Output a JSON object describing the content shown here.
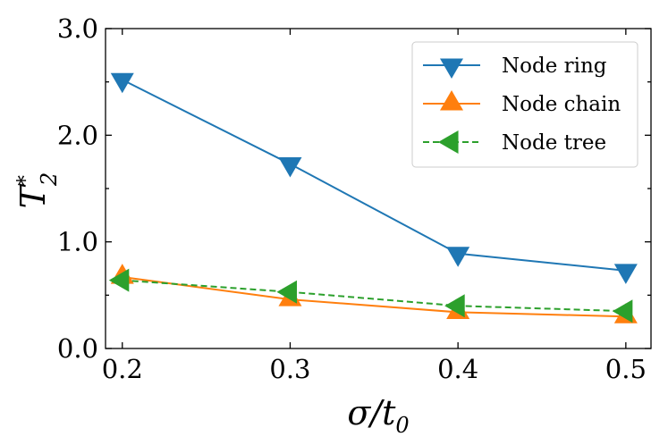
{
  "chart_data": {
    "type": "line",
    "x": [
      0.2,
      0.3,
      0.4,
      0.5
    ],
    "xticks": [
      "0.2",
      "0.3",
      "0.4",
      "0.5"
    ],
    "yticks": [
      "0.0",
      "1.0",
      "2.0",
      "3.0"
    ],
    "xlim": [
      0.19,
      0.515
    ],
    "ylim": [
      0.0,
      3.0
    ],
    "xlabel": "σ/t0",
    "ylabel": "T2*",
    "legend_position": "top-right",
    "series": [
      {
        "name": "Node ring",
        "values": [
          2.52,
          1.73,
          0.89,
          0.73
        ],
        "color": "#1f77b4",
        "marker": "triangle-down",
        "linestyle": "solid"
      },
      {
        "name": "Node chain",
        "values": [
          0.67,
          0.46,
          0.34,
          0.3
        ],
        "color": "#ff7f0e",
        "marker": "triangle-up",
        "linestyle": "solid"
      },
      {
        "name": "Node tree",
        "values": [
          0.64,
          0.53,
          0.4,
          0.35
        ],
        "color": "#2ca02c",
        "marker": "triangle-left",
        "linestyle": "dashed"
      }
    ]
  }
}
